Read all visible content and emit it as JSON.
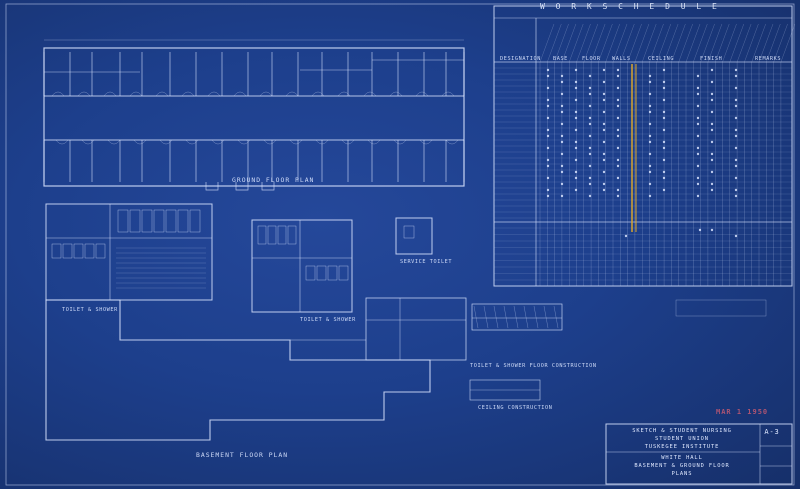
{
  "sheet": {
    "schedule_title": "W O R K   S C H E D U L E",
    "plan_titles": {
      "ground_floor": "GROUND FLOOR PLAN",
      "basement_floor": "BASEMENT FLOOR PLAN",
      "toilet_shower_left": "TOILET & SHOWER",
      "toilet_shower_mid": "TOILET & SHOWER",
      "service_toilet": "SERVICE TOILET",
      "floor_construction": "TOILET & SHOWER FLOOR CONSTRUCTION",
      "ceiling_construction": "CEILING CONSTRUCTION"
    },
    "schedule_headers": [
      "DESIGNATION",
      "BASE",
      "FLOOR",
      "WALLS",
      "CEILING",
      "FINISH",
      "REMARKS"
    ],
    "stamp": "MAR 1 1950",
    "title_block": {
      "line1": "SKETCH & STUDENT NURSING",
      "line2": "STUDENT UNION",
      "line3": "TUSKEGEE INSTITUTE",
      "line4": "WHITE HALL",
      "line5": "BASEMENT & GROUND FLOOR",
      "line6": "PLANS",
      "sheet_no": "A-3"
    },
    "colors": {
      "paper": "#1f3f8a",
      "ink": "#dbe5ff",
      "highlight": "#e0a92a",
      "stamp": "#c65a72"
    }
  }
}
